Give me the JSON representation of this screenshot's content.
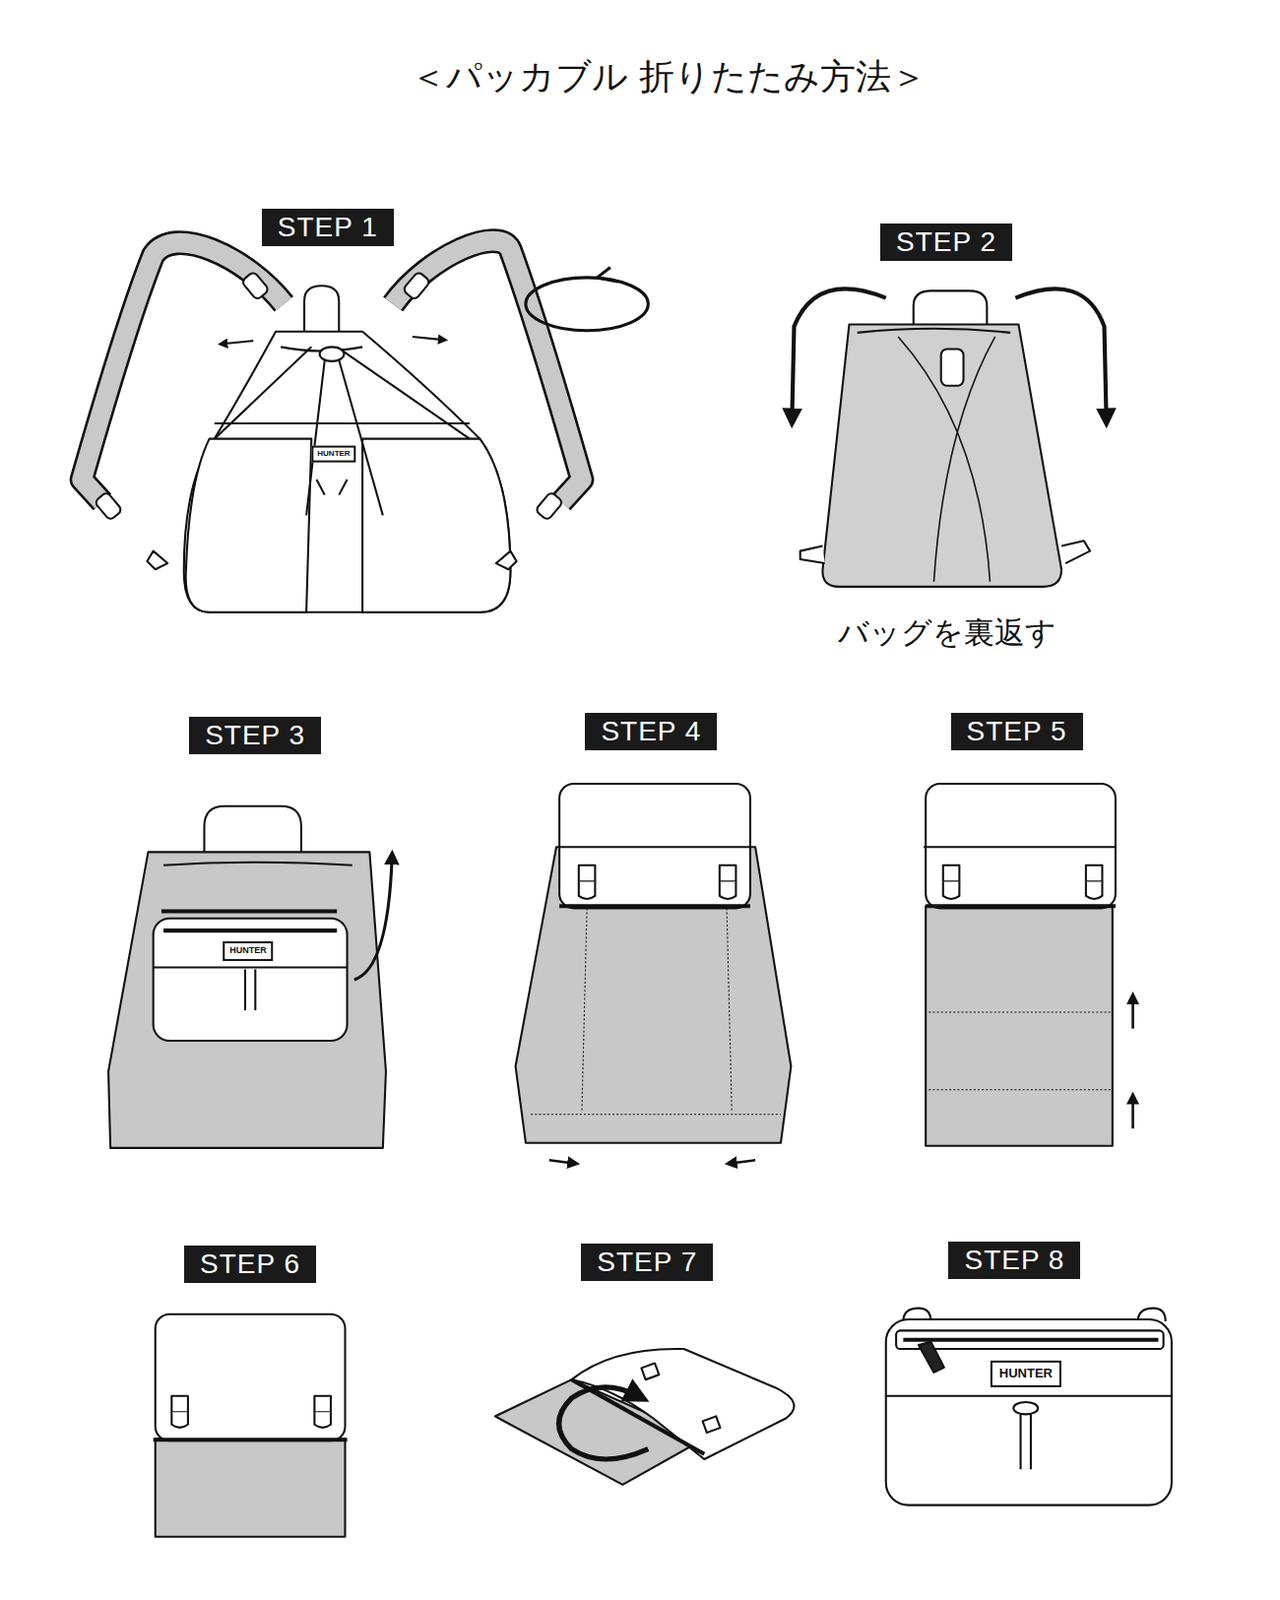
{
  "diagram": {
    "title": "＜パッカブル 折りたたみ方法＞",
    "nodes": [
      {
        "text": [
          "STEP 1"
        ]
      },
      {
        "text": [
          "HUNTER"
        ]
      },
      {
        "text": [
          "STEP 2"
        ]
      },
      {
        "text": [
          "STEP 3"
        ]
      },
      {
        "text": [
          "HUNTER"
        ]
      },
      {
        "text": [
          "STEP 4"
        ]
      },
      {
        "text": [
          "STEP 5"
        ]
      },
      {
        "text": [
          "STEP 6"
        ]
      },
      {
        "text": [
          "STEP 7"
        ]
      },
      {
        "text": [
          "STEP 8"
        ]
      },
      {
        "text": [
          "HUNTER"
        ]
      }
    ],
    "labels": [
      "バッグを裏返す"
    ]
  }
}
